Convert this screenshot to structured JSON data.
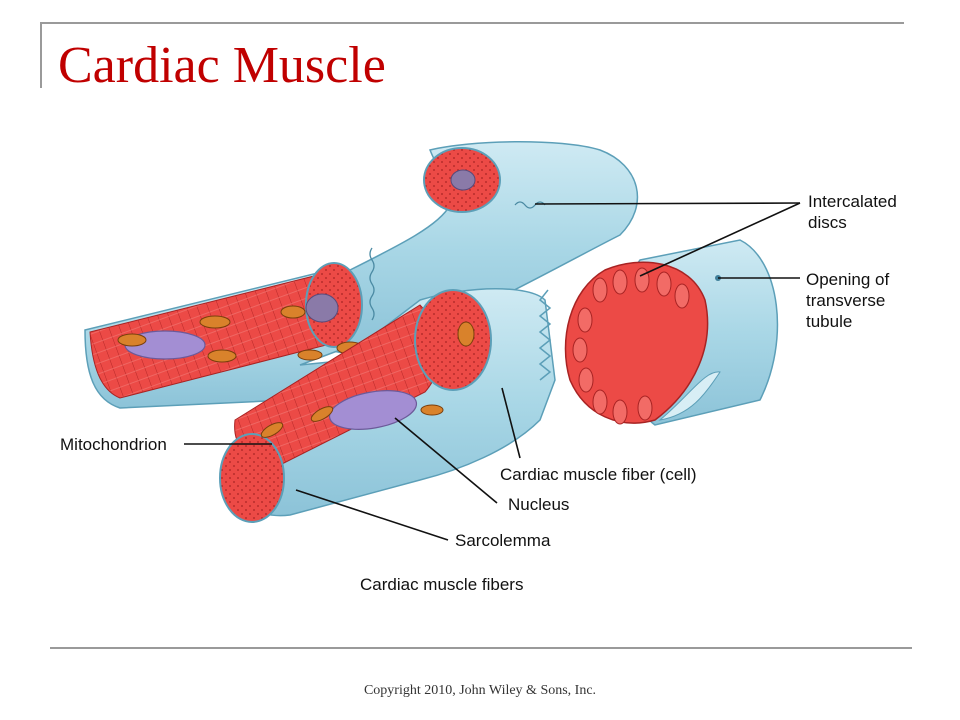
{
  "slide": {
    "title": "Cardiac Muscle",
    "footer": "Copyright 2010, John Wiley & Sons, Inc."
  },
  "diagram": {
    "caption": "Cardiac muscle fibers",
    "labels": {
      "intercalated_line1": "Intercalated",
      "intercalated_line2": "discs",
      "opening_line1": "Opening of",
      "opening_line2": "transverse",
      "opening_line3": "tubule",
      "mitochondrion": "Mitochondrion",
      "fiber": "Cardiac muscle fiber (cell)",
      "nucleus": "Nucleus",
      "sarcolemma": "Sarcolemma"
    }
  },
  "colors": {
    "title": "#c00000",
    "membrane": "#a9d7e6",
    "membrane_dark": "#7fbcd2",
    "muscle": "#ec4a46",
    "muscle_dark": "#c72d2d",
    "nucleus": "#a38ed3",
    "mitochondrion": "#d9822b"
  }
}
